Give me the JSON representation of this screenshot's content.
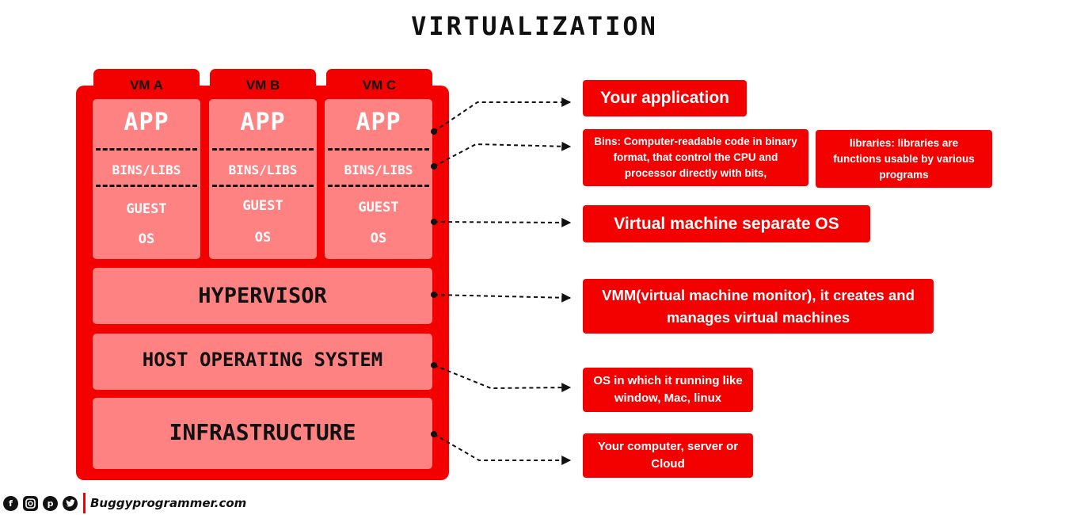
{
  "title": "VIRTUALIZATION",
  "vms": [
    {
      "tab": "VM A",
      "app": "APP",
      "bins": "BINS/LIBS",
      "guest1": "GUEST",
      "guest2": "OS"
    },
    {
      "tab": "VM B",
      "app": "APP",
      "bins": "BINS/LIBS",
      "guest1": "GUEST",
      "guest2": "OS"
    },
    {
      "tab": "VM C",
      "app": "APP",
      "bins": "BINS/LIBS",
      "guest1": "GUEST",
      "guest2": "OS"
    }
  ],
  "layers": {
    "hypervisor": "HYPERVISOR",
    "host_os": "HOST OPERATING SYSTEM",
    "infrastructure": "INFRASTRUCTURE"
  },
  "notes": {
    "app": "Your application",
    "bins": "Bins: Computer-readable code in binary format, that control the CPU and processor directly with bits,",
    "libs": "libraries: libraries are functions usable by various programs",
    "guest_os": "Virtual machine separate  OS",
    "hypervisor": "VMM(virtual machine monitor), it creates and manages virtual machines",
    "host_os": "OS in which it running like window, Mac, linux",
    "infrastructure": "Your computer, server or Cloud"
  },
  "colors": {
    "accent": "#f30000",
    "light": "#ff8282",
    "dark": "#111111"
  },
  "footer": {
    "icons": [
      "facebook-icon",
      "instagram-icon",
      "pinterest-icon",
      "twitter-icon"
    ],
    "site": "Buggyprogrammer.com"
  }
}
